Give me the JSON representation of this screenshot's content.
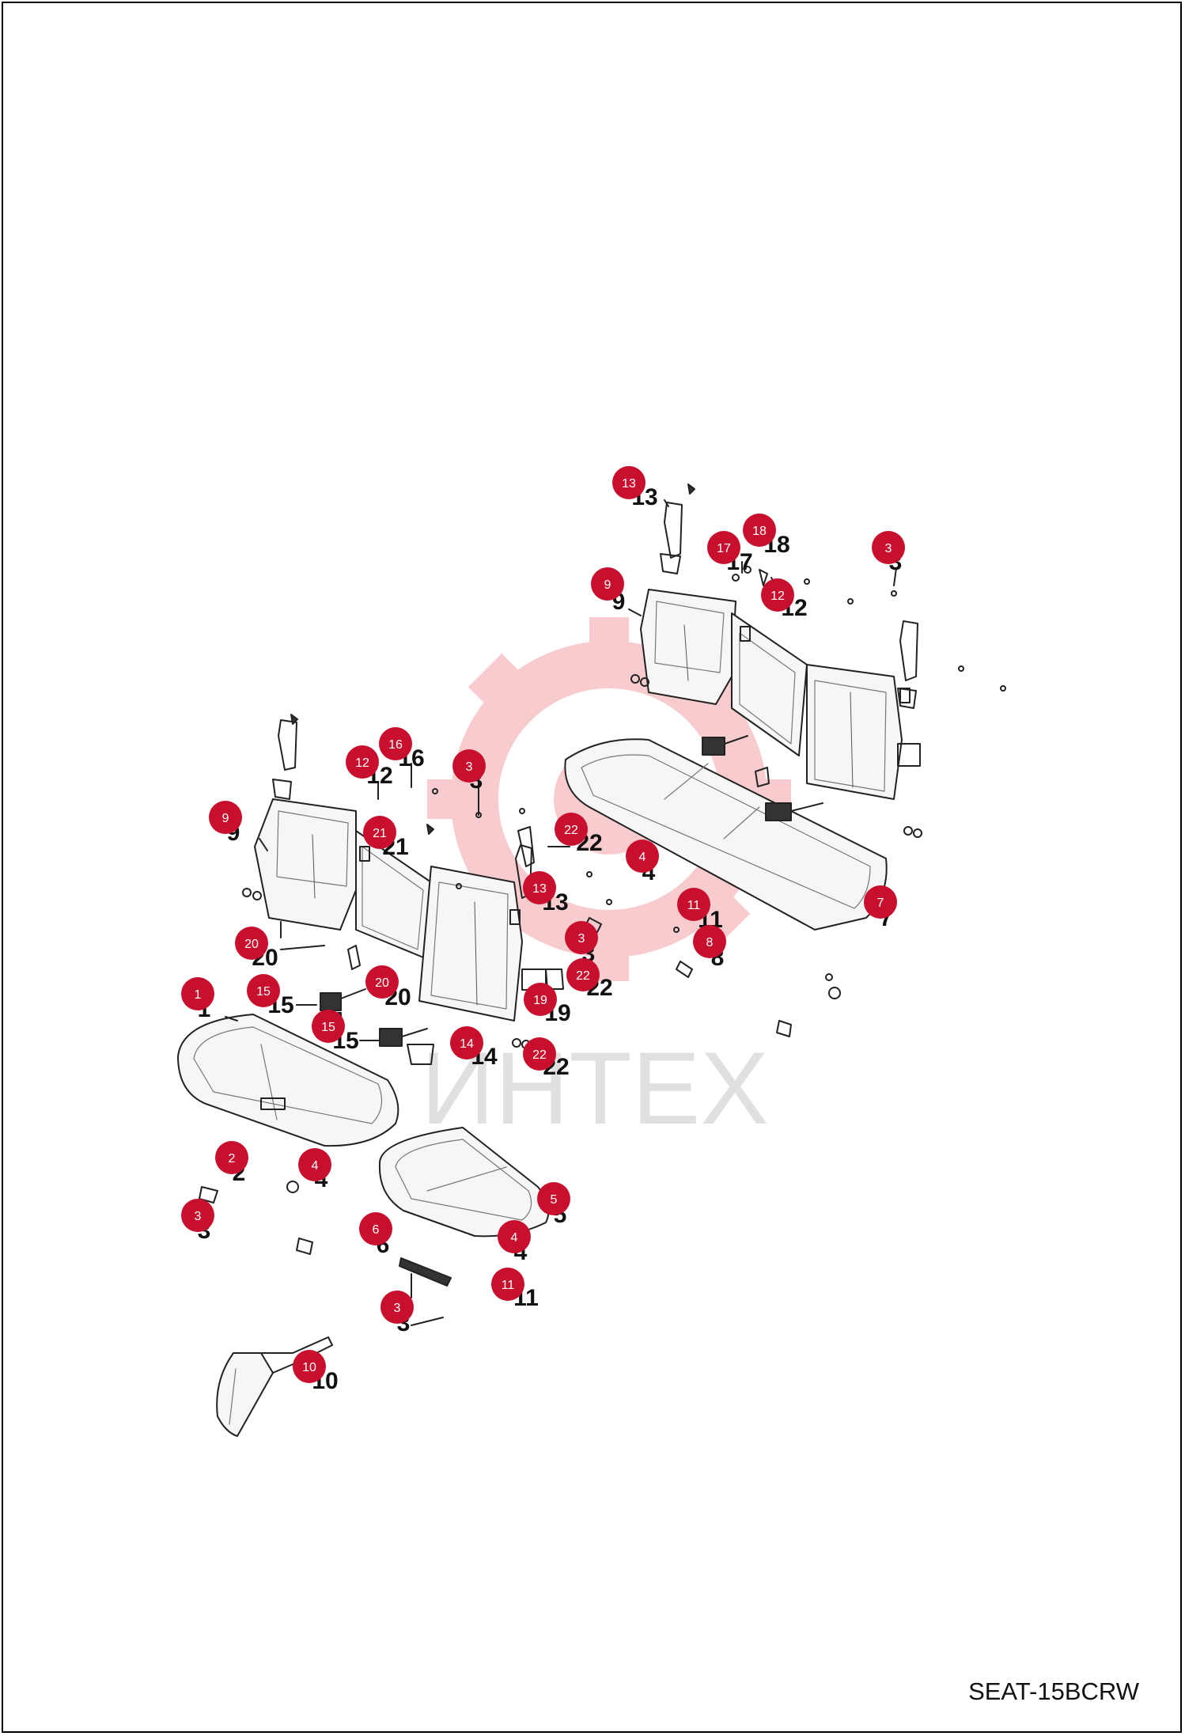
{
  "watermark": {
    "text": "ИНТЕХ",
    "color": "#e31e24"
  },
  "diagram_code": "SEAT-15BCRW",
  "badge_color": "#c8102e",
  "parts": [
    {
      "id": "p13a",
      "text": "13"
    },
    {
      "id": "p17",
      "text": "17"
    },
    {
      "id": "p18",
      "text": "18"
    },
    {
      "id": "p3a",
      "text": "3"
    },
    {
      "id": "p9a",
      "text": "9"
    },
    {
      "id": "p12a",
      "text": "12"
    },
    {
      "id": "p12b",
      "text": "12"
    },
    {
      "id": "p16",
      "text": "16"
    },
    {
      "id": "p3b",
      "text": "3"
    },
    {
      "id": "p9b",
      "text": "9"
    },
    {
      "id": "p21",
      "text": "21"
    },
    {
      "id": "p22a",
      "text": "22"
    },
    {
      "id": "p4a",
      "text": "4"
    },
    {
      "id": "p13b",
      "text": "13"
    },
    {
      "id": "p11a",
      "text": "11"
    },
    {
      "id": "p7",
      "text": "7"
    },
    {
      "id": "p8",
      "text": "8"
    },
    {
      "id": "p3c",
      "text": "3"
    },
    {
      "id": "p22b",
      "text": "22"
    },
    {
      "id": "p20a",
      "text": "20"
    },
    {
      "id": "p20b",
      "text": "20"
    },
    {
      "id": "p15a",
      "text": "15"
    },
    {
      "id": "p19",
      "text": "19"
    },
    {
      "id": "p1",
      "text": "1"
    },
    {
      "id": "p15b",
      "text": "15"
    },
    {
      "id": "p14",
      "text": "14"
    },
    {
      "id": "p22c",
      "text": "22"
    },
    {
      "id": "p2",
      "text": "2"
    },
    {
      "id": "p4b",
      "text": "4"
    },
    {
      "id": "p5",
      "text": "5"
    },
    {
      "id": "p3d",
      "text": "3"
    },
    {
      "id": "p6",
      "text": "6"
    },
    {
      "id": "p4c",
      "text": "4"
    },
    {
      "id": "p11b",
      "text": "11"
    },
    {
      "id": "p3e",
      "text": "3"
    },
    {
      "id": "p10",
      "text": "10"
    }
  ]
}
